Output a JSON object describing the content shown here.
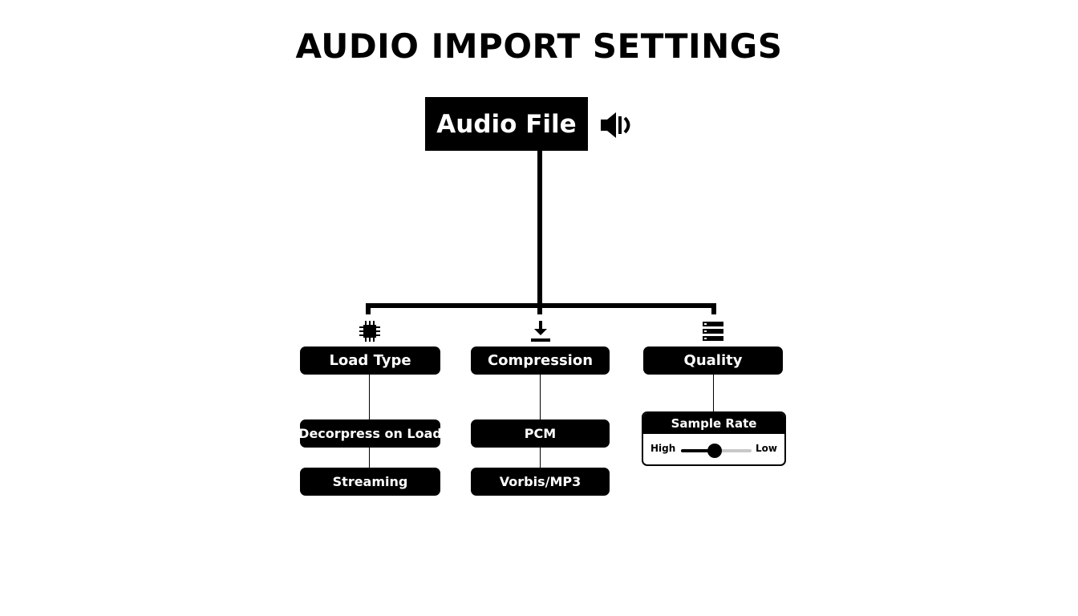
{
  "title": "AUDIO IMPORT SETTINGS",
  "root": {
    "label": "Audio File",
    "icon": "speaker-icon"
  },
  "categories": {
    "load_type": {
      "label": "Load Type",
      "icon": "chip-icon",
      "options": [
        "Decorpress on Load",
        "Streaming"
      ]
    },
    "compression": {
      "label": "Compression",
      "icon": "download-icon",
      "options": [
        "PCM",
        "Vorbis/MP3"
      ]
    },
    "quality": {
      "label": "Quality",
      "icon": "server-stack-icon",
      "sample_rate": {
        "label": "Sample Rate",
        "min_label": "High",
        "max_label": "Low",
        "value": 0.48
      }
    }
  },
  "colors": {
    "primary": "#000000",
    "background": "#ffffff",
    "track": "#c8c8c8"
  }
}
